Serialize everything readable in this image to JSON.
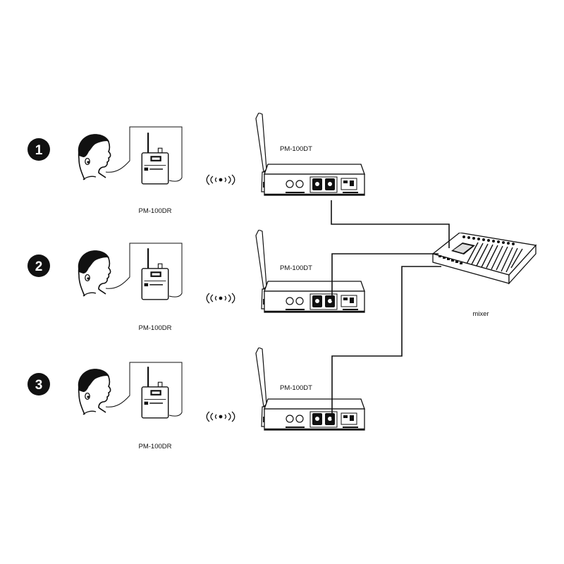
{
  "rows": [
    {
      "number": "1",
      "receiver_label": "PM-100DR",
      "transmitter_label": "PM-100DT",
      "wireless_icon": "wireless-signal-icon"
    },
    {
      "number": "2",
      "receiver_label": "PM-100DR",
      "transmitter_label": "PM-100DT",
      "wireless_icon": "wireless-signal-icon"
    },
    {
      "number": "3",
      "receiver_label": "PM-100DR",
      "transmitter_label": "PM-100DT",
      "wireless_icon": "wireless-signal-icon"
    }
  ],
  "wireless_symbol": "((•))",
  "mixer": {
    "label": "mixer",
    "icon": "mixer-console-icon"
  },
  "colors": {
    "line": "#111111",
    "background": "#ffffff"
  }
}
